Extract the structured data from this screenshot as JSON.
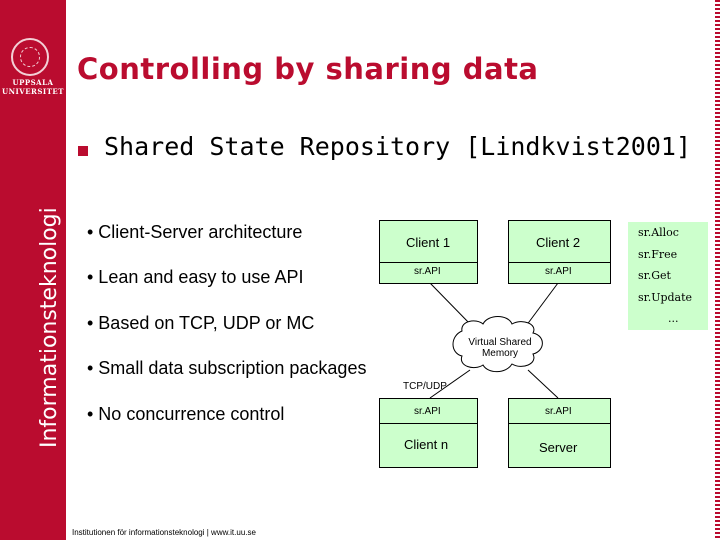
{
  "sidebar": {
    "vertical_label": "Informationsteknologi",
    "logo_line1": "UPPSALA",
    "logo_line2": "UNIVERSITET"
  },
  "slide": {
    "title": "Controlling by sharing data",
    "main_bullet": "Shared State Repository [Lindkvist2001]",
    "sub_bullets": [
      "• Client-Server architecture",
      "• Lean and easy to use API",
      "• Based on TCP, UDP or MC",
      "• Small data subscription packages",
      "• No concurrence control"
    ]
  },
  "diagram": {
    "client1": {
      "name": "Client 1",
      "api": "sr.API"
    },
    "client2": {
      "name": "Client 2",
      "api": "sr.API"
    },
    "clientn": {
      "name": "Client n",
      "api": "sr.API"
    },
    "server": {
      "name": "Server",
      "api": "sr.API"
    },
    "cloud_line1": "Virtual Shared",
    "cloud_line2": "Memory",
    "network_label": "TCP/UDP",
    "api_functions": [
      "sr.Alloc",
      "sr.Free",
      "sr.Get",
      "sr.Update",
      "..."
    ]
  },
  "footer": "Institutionen för informationsteknologi | www.it.uu.se",
  "colors": {
    "brand_red": "#ba0c2f",
    "box_green": "#ccffcc"
  }
}
